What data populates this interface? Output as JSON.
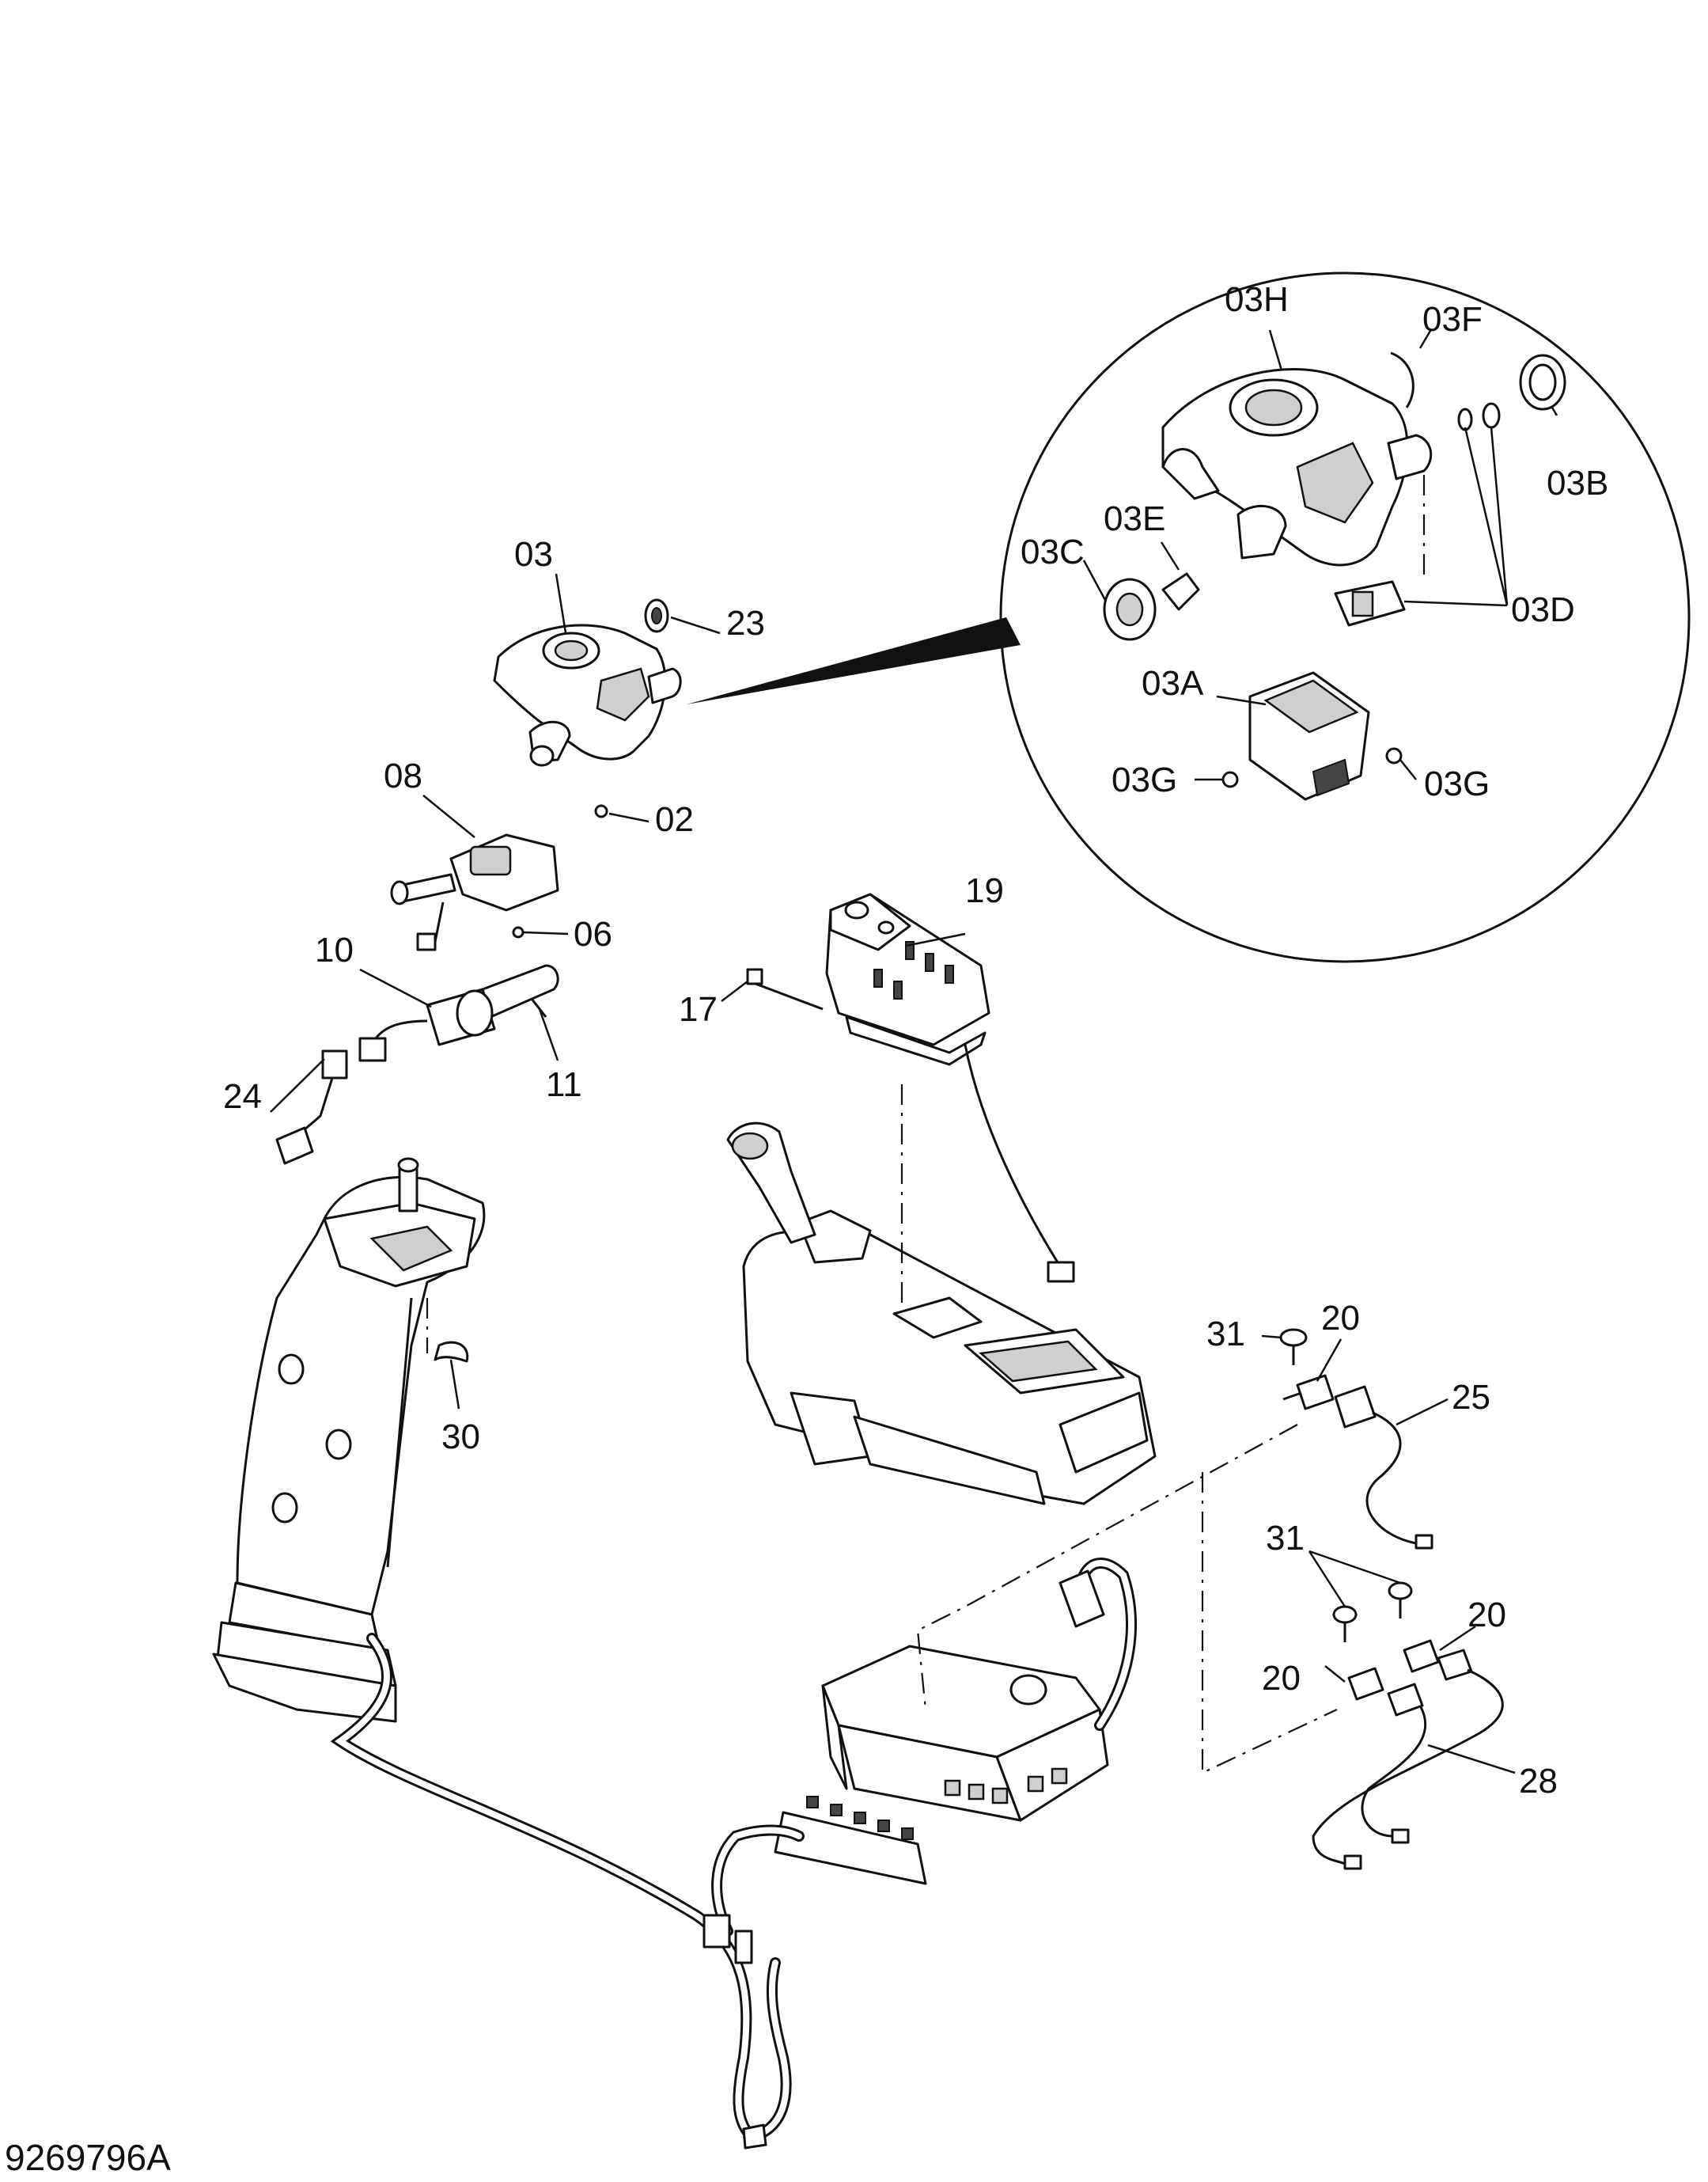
{
  "document_number": "9269796A",
  "labels": {
    "p03H": "03H",
    "p03F": "03F",
    "p03B": "03B",
    "p03E": "03E",
    "p03C": "03C",
    "p03D": "03D",
    "p03A": "03A",
    "p03G_left": "03G",
    "p03G_right": "03G",
    "p03": "03",
    "p23": "23",
    "p02": "02",
    "p08": "08",
    "p06": "06",
    "p10": "10",
    "p11": "11",
    "p24": "24",
    "p19": "19",
    "p17": "17",
    "p30": "30",
    "p31_top": "31",
    "p20_top": "20",
    "p25": "25",
    "p31_bottom": "31",
    "p20_mid": "20",
    "p20_low": "20",
    "p28": "28"
  }
}
